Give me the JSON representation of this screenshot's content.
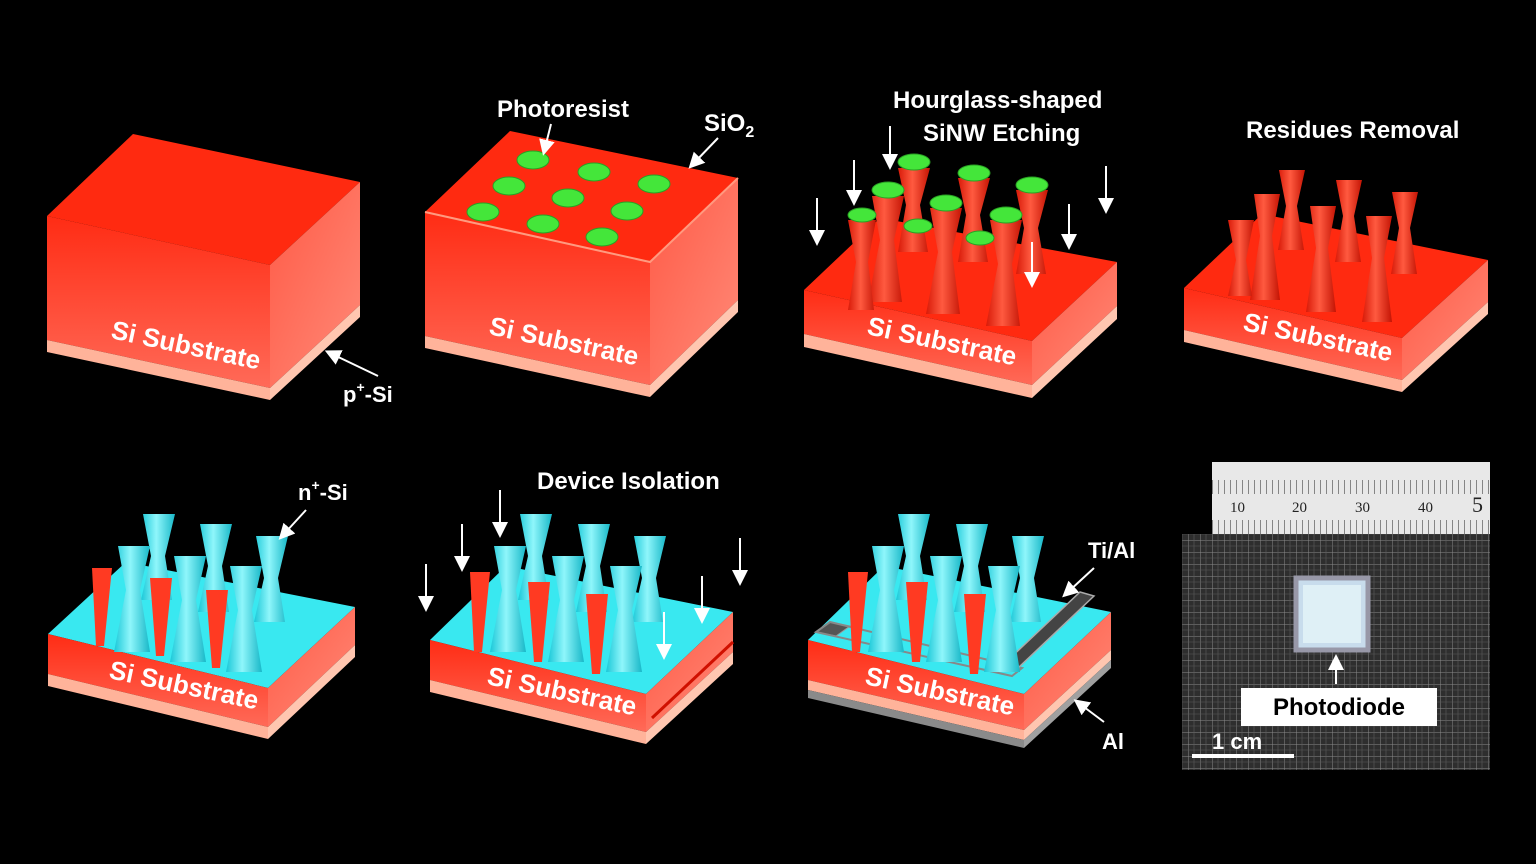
{
  "labels": {
    "photoresist": "Photoresist",
    "sio2_main": "SiO",
    "sio2_sub": "2",
    "etching_line1": "Hourglass-shaped",
    "etching_line2": "SiNW Etching",
    "residues": "Residues Removal",
    "p_si_pre": "p",
    "p_si_sup": "+",
    "p_si_post": "-Si",
    "n_si_pre": "n",
    "n_si_sup": "+",
    "n_si_post": "-Si",
    "device_isolation": "Device Isolation",
    "ti_al": "Ti/Al",
    "al": "Al",
    "photodiode": "Photodiode",
    "scale": "1 cm",
    "substrate": "Si Substrate"
  },
  "ruler": {
    "ticks": [
      "10",
      "20",
      "30",
      "40",
      "5"
    ]
  },
  "colors": {
    "background": "#000000",
    "si_top": "#ff2a10",
    "si_front": "#ff4a36",
    "si_side": "#ff6e5c",
    "p_layer": "#ffb39a",
    "photoresist": "#44e63a",
    "n_layer": "#39e8f0",
    "metal": "#555555"
  }
}
